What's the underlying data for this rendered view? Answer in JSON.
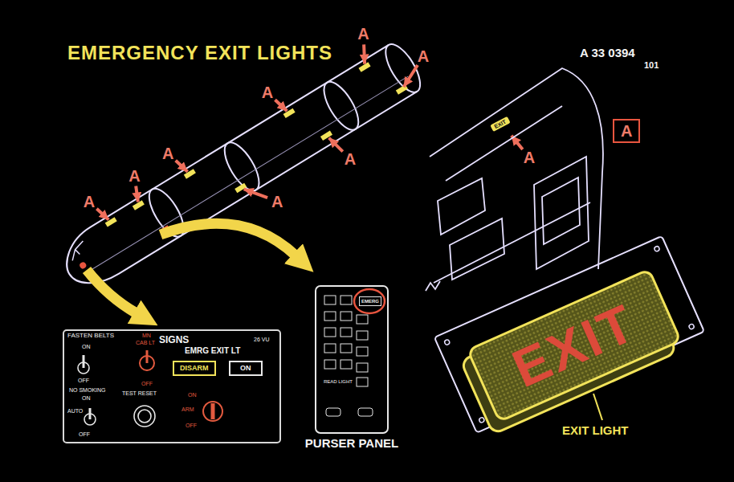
{
  "diagram": {
    "title": "EMERGENCY EXIT LIGHTS",
    "nodes": [
      {
        "text": [
          "SIGNS",
          "26 VU"
        ]
      },
      {
        "text": [
          "DISARM"
        ],
        "in": 0
      },
      {
        "text": [
          "ON"
        ],
        "in": 0
      },
      {
        "text": [
          "PURSER PANEL"
        ]
      },
      {
        "text": [
          "EMERG"
        ],
        "in": 3
      },
      {
        "text": [
          "A"
        ]
      },
      {
        "text": [
          "EXIT"
        ]
      },
      {
        "text": [
          "EXIT"
        ]
      }
    ],
    "labels": [
      "A 33 0394",
      "101",
      "A",
      "A",
      "A",
      "A",
      "A",
      "A",
      "A",
      "A",
      "A",
      "FASTEN BELTS",
      "ON",
      "OFF",
      "NO SMOKING",
      "ON",
      "AUTO",
      "OFF",
      "MN",
      "CAB LT",
      "OFF",
      "EMRG EXIT LT",
      "TEST RESET",
      "ON",
      "ARM",
      "OFF",
      "EXIT LIGHT",
      "READ LIGHT"
    ]
  }
}
